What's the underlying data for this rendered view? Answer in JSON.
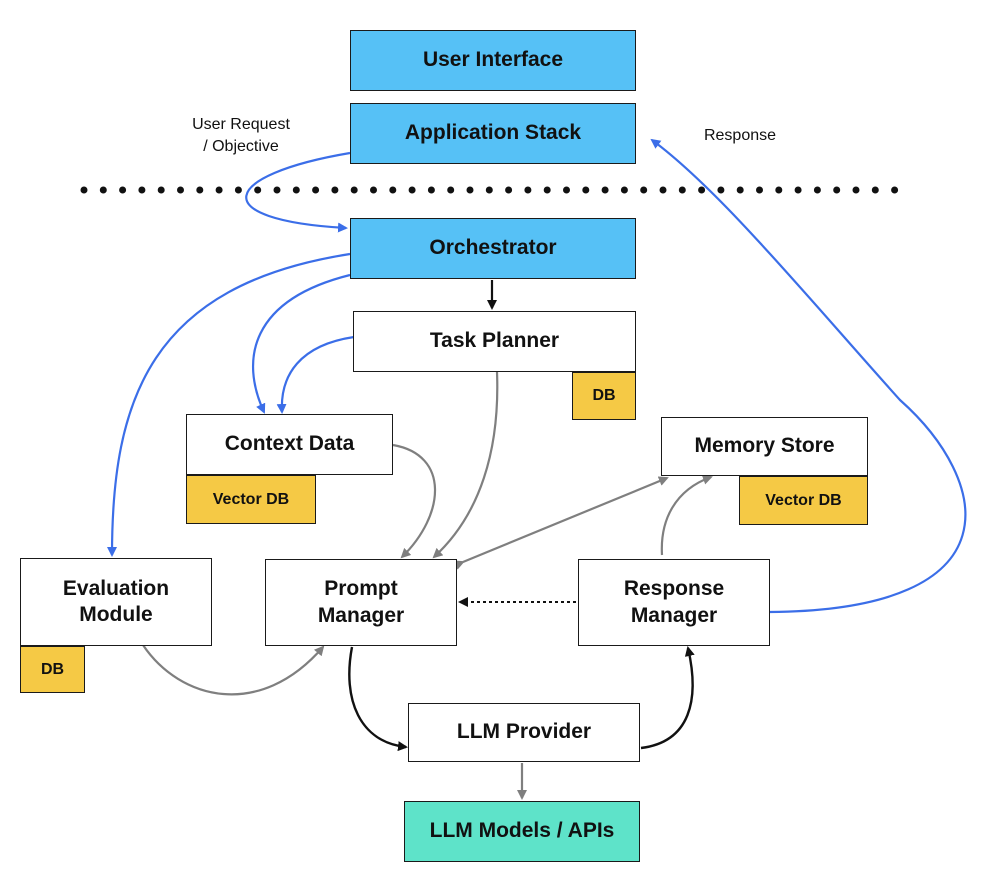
{
  "nodes": {
    "user_interface": "User Interface",
    "application_stack": "Application Stack",
    "orchestrator": "Orchestrator",
    "task_planner": "Task Planner",
    "task_planner_db": "DB",
    "context_data": "Context Data",
    "context_data_db": "Vector DB",
    "memory_store": "Memory Store",
    "memory_store_db": "Vector DB",
    "evaluation_module": "Evaluation\nModule",
    "evaluation_module_db": "DB",
    "prompt_manager": "Prompt\nManager",
    "response_manager": "Response\nManager",
    "llm_provider": "LLM Provider",
    "llm_models": "LLM Models / APIs"
  },
  "labels": {
    "user_request": "User Request\n/ Objective",
    "response": "Response"
  },
  "colors": {
    "blue_box": "#56c1f6",
    "db_box": "#f5c945",
    "teal_box": "#5ee3c9",
    "blue_arrow": "#3b6ee8",
    "gray_arrow": "#7f7f7f",
    "black_arrow": "#111111"
  }
}
